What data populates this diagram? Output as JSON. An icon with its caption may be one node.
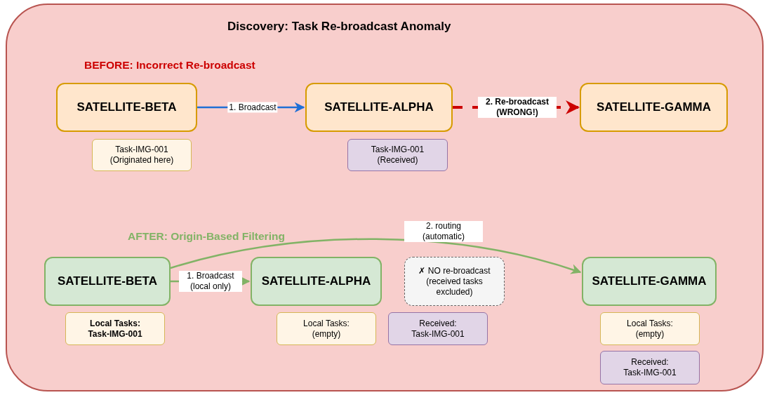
{
  "diagram": {
    "title": "Discovery: Task Re-broadcast Anomaly",
    "nodes": [
      {
        "text": [],
        "shape": "box"
      },
      {
        "text": [
          "SATELLITE-BETA"
        ],
        "in": 0
      },
      {
        "text": [
          "SATELLITE-ALPHA"
        ],
        "in": 0
      },
      {
        "text": [
          "SATELLITE-GAMMA"
        ],
        "in": 0
      },
      {
        "text": [
          "Task-IMG-001 (Originated here)"
        ],
        "in": 0
      },
      {
        "text": [
          "Task-IMG-001 (Received)"
        ],
        "in": 0
      },
      {
        "text": [
          "SATELLITE-BETA"
        ],
        "in": 0
      },
      {
        "text": [
          "SATELLITE-ALPHA"
        ],
        "in": 0
      },
      {
        "text": [
          "✗ NO re-broadcast (received tasks excluded)"
        ],
        "in": 0
      },
      {
        "text": [
          "SATELLITE-GAMMA"
        ],
        "in": 0
      },
      {
        "text": [
          "Local Tasks: Task-IMG-001"
        ],
        "in": 0
      },
      {
        "text": [
          "Local Tasks: (empty)"
        ],
        "in": 0
      },
      {
        "text": [
          "Received: Task-IMG-001"
        ],
        "in": 0
      },
      {
        "text": [
          "Local Tasks: (empty)"
        ],
        "in": 0
      },
      {
        "text": [
          "Received: Task-IMG-001"
        ],
        "in": 0
      }
    ],
    "edges": [
      {
        "from": 1,
        "to": 2,
        "arrow": "to",
        "label": "1. Broadcast",
        "color": "#1f6fd6"
      },
      {
        "from": 2,
        "to": 3,
        "arrow": "to",
        "label": "2. Re-broadcast (WRONG!)",
        "style": "dashed",
        "color": "#cc0000"
      },
      {
        "from": 6,
        "to": 7,
        "arrow": "to",
        "label": "1. Broadcast (local only)"
      },
      {
        "from": 6,
        "to": 9,
        "arrow": "to",
        "label": "2. routing (automatic)"
      }
    ],
    "labels": [
      "BEFORE: Incorrect Re-broadcast",
      "AFTER: Origin-Based Filtering"
    ]
  }
}
